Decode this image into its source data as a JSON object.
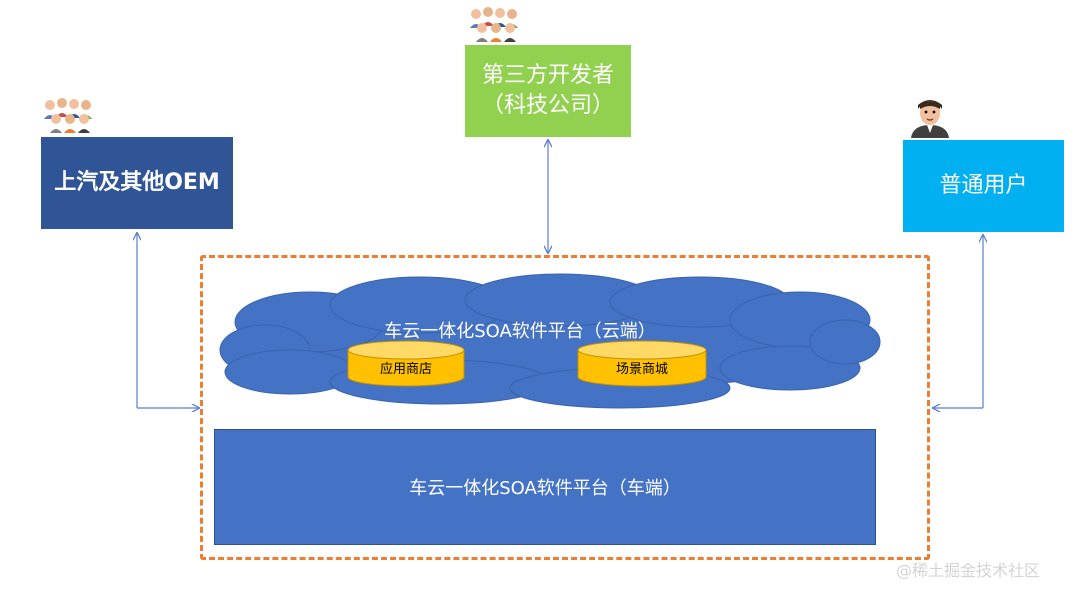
{
  "nodes": {
    "oem": {
      "label": "上汽及其他OEM"
    },
    "developer": {
      "line1": "第三方开发者",
      "line2": "（科技公司）"
    },
    "user": {
      "label": "普通用户"
    }
  },
  "platform": {
    "cloud": {
      "label": "车云一体化SOA软件平台（云端）",
      "components": [
        "应用商店",
        "场景商城"
      ]
    },
    "car": {
      "label": "车云一体化SOA软件平台（车端）"
    }
  },
  "watermark": "@稀土掘金技术社区",
  "colors": {
    "oem": "#2f5597",
    "developer": "#92d050",
    "user": "#00b0f0",
    "cloud": "#4472c4",
    "dashed_border": "#ed7d31",
    "database": "#ffc000",
    "arrow": "#5b7fcf"
  }
}
